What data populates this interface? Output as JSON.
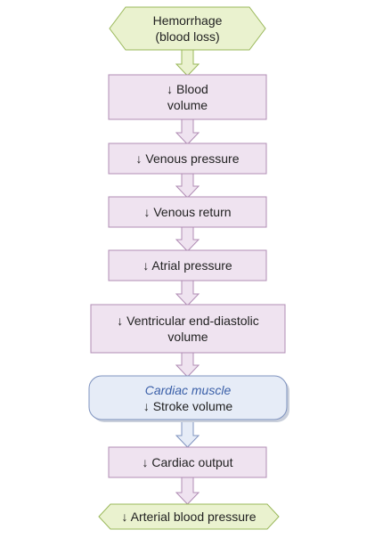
{
  "colors": {
    "start_fill": "#eaf2cf",
    "start_stroke": "#9ab85a",
    "box_fill": "#efe3f0",
    "box_stroke": "#b08cb4",
    "muscle_fill": "#e6ecf7",
    "muscle_stroke": "#7f93bf",
    "arrow_fill": "#efe3f0",
    "arrow_stroke": "#b08cb4",
    "end_fill": "#eaf2cf",
    "end_stroke": "#9ab85a"
  },
  "nodes": {
    "hemorrhage": {
      "line1": "Hemorrhage",
      "line2": "(blood loss)"
    },
    "blood_volume": {
      "line1": "↓ Blood",
      "line2": "volume"
    },
    "venous_pressure": {
      "line1": "↓ Venous pressure"
    },
    "venous_return": {
      "line1": "↓ Venous return"
    },
    "atrial_pressure": {
      "line1": "↓ Atrial pressure"
    },
    "ved_volume": {
      "line1": "↓ Ventricular end-diastolic",
      "line2": "volume"
    },
    "cardiac_muscle": {
      "line1": "Cardiac muscle",
      "line2": "↓ Stroke volume"
    },
    "cardiac_output": {
      "line1": "↓ Cardiac output"
    },
    "arterial_pressure": {
      "line1": "↓ Arterial blood pressure"
    }
  }
}
